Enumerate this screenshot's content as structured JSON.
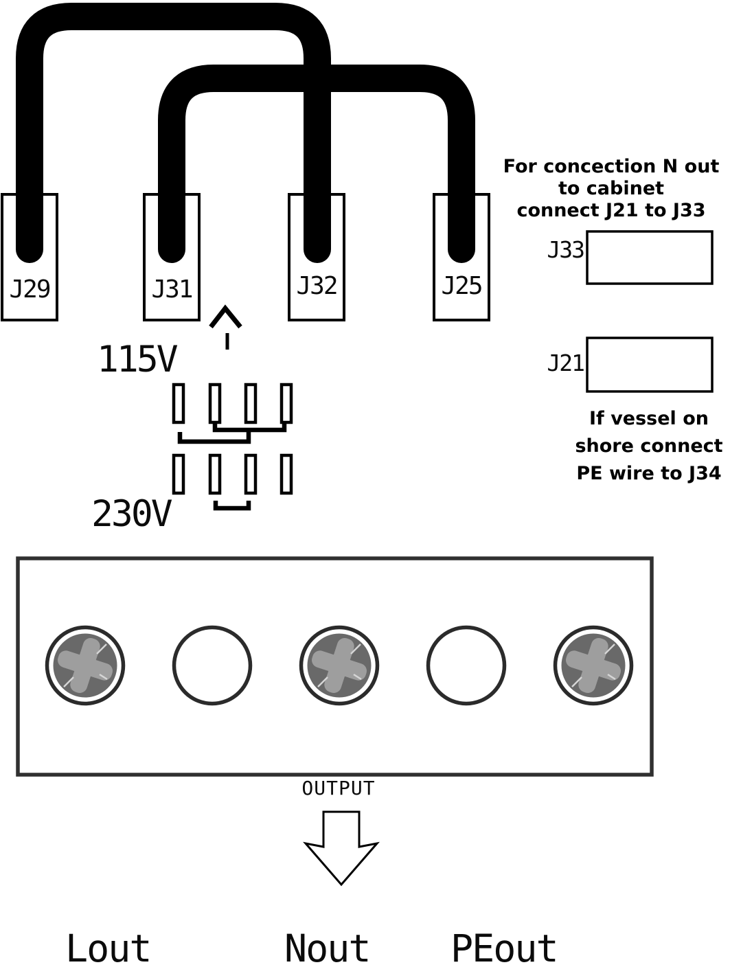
{
  "diagram": {
    "connectors": [
      {
        "label": "J29"
      },
      {
        "label": "J31"
      },
      {
        "label": "J32"
      },
      {
        "label": "J25"
      }
    ],
    "jumper_wires": [
      {
        "from": "J29",
        "to": "J32"
      },
      {
        "from": "J31",
        "to": "J25"
      }
    ],
    "voltage_options": [
      {
        "label": "115V",
        "pins": 4
      },
      {
        "label": "230V",
        "pins": 4
      }
    ]
  },
  "notes": {
    "n_out": {
      "lines": [
        "For concection N out",
        "to cabinet",
        "connect J21 to J33"
      ]
    },
    "pe": {
      "lines": [
        "If vessel on",
        "shore connect",
        "PE wire to J34"
      ]
    }
  },
  "jumper_boxes": [
    {
      "label": "J33"
    },
    {
      "label": "J21"
    }
  ],
  "output": {
    "label": "OUTPUT",
    "terminals": [
      {
        "label": "Lout"
      },
      {
        "label": "Nout"
      },
      {
        "label": "PEout"
      }
    ],
    "sockets": [
      "screw",
      "empty",
      "screw",
      "empty",
      "screw"
    ]
  },
  "icons": {
    "up_arrow": "chevron-up-with-dash",
    "down_arrow": "hollow-block-arrow-down",
    "screw": "phillips-screw-head"
  },
  "colors": {
    "wire": "#000000",
    "line": "#000000",
    "box_stroke": "#000000",
    "block_stroke": "#303030",
    "screw_ring": "#2b2b2b",
    "screw_disk": "#696969",
    "screw_cross": "#9e9e9e",
    "sparkle": "#d6d6d6",
    "background": "#ffffff"
  }
}
